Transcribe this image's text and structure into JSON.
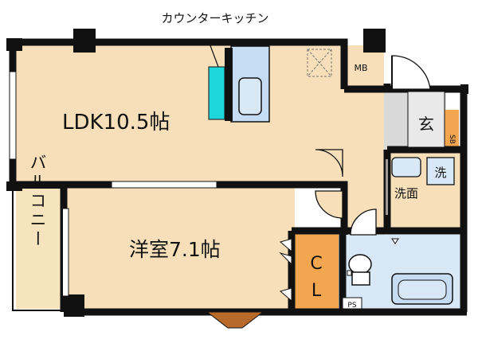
{
  "labels": {
    "kitchen_callout": "カウンターキッチン",
    "ldk": "LDK10.5帖",
    "western_room": "洋室7.1帖",
    "balcony": "バルコニー",
    "closet_c": "C",
    "closet_l": "L",
    "entrance": "玄",
    "shoe_box": "SB",
    "washer": "洗",
    "washroom": "洗面",
    "meter_box": "MB",
    "pipe_space": "PS"
  },
  "colors": {
    "floor": "#f7dfba",
    "wet_area": "#d9e8f7",
    "closet": "#f2a650",
    "entrance": "#d9d9d9",
    "balcony": "#f6e4bf",
    "wall": "#111111",
    "door_mark": "#b86a2a"
  }
}
